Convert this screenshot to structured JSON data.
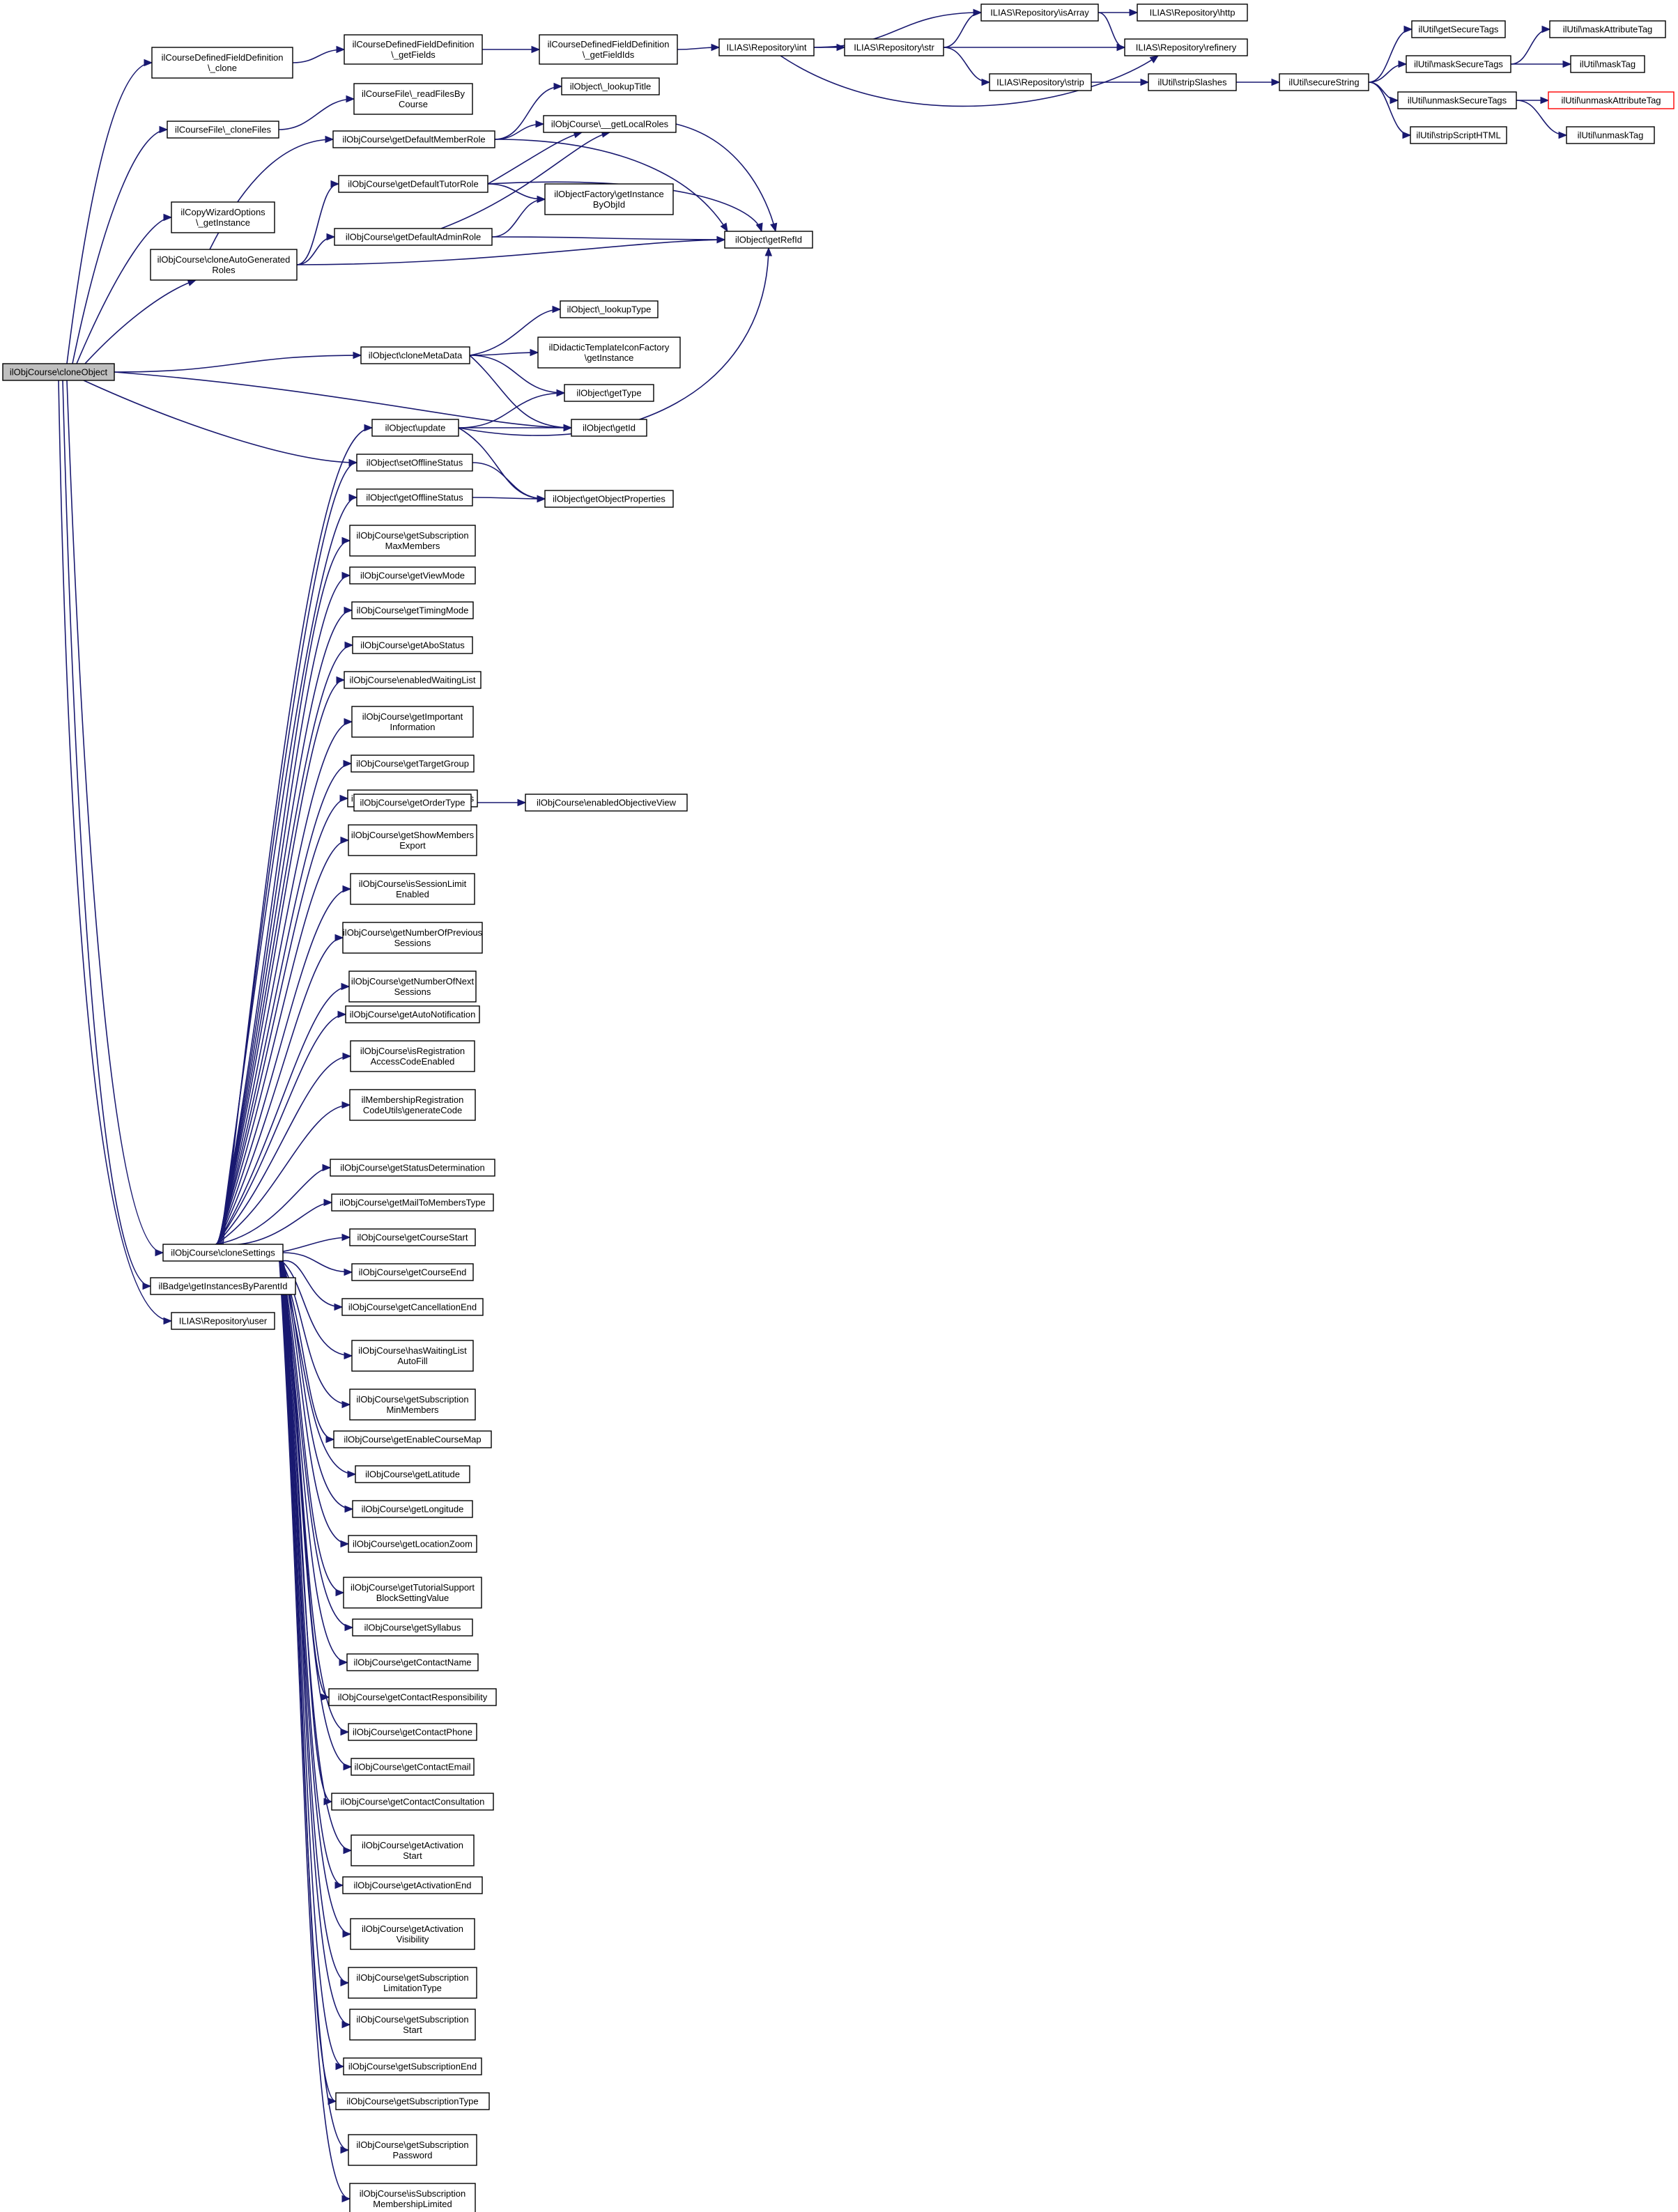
{
  "colors": {
    "edge": "#191970",
    "node_border": "#000000",
    "root_fill": "#bfbfbf",
    "truncated_border": "#ff0000"
  },
  "nodes": {
    "root": "ilObjCourse\\cloneObject",
    "cfd_clone": [
      "ilCourseDefinedFieldDefinition",
      "\\_clone"
    ],
    "cfd_getFields": [
      "ilCourseDefinedFieldDefinition",
      "\\_getFields"
    ],
    "cfd_getFieldIds": [
      "ilCourseDefinedFieldDefinition",
      "\\_getFieldIds"
    ],
    "repo_int": "ILIAS\\Repository\\int",
    "repo_str": "ILIAS\\Repository\\str",
    "repo_isArray": "ILIAS\\Repository\\isArray",
    "repo_http": "ILIAS\\Repository\\http",
    "repo_refinery": "ILIAS\\Repository\\refinery",
    "repo_strip": "ILIAS\\Repository\\strip",
    "util_stripSlashes": "ilUtil\\stripSlashes",
    "util_secureString": "ilUtil\\secureString",
    "util_getSecureTags": "ilUtil\\getSecureTags",
    "util_maskSecureTags": "ilUtil\\maskSecureTags",
    "util_unmaskSecureTags": "ilUtil\\unmaskSecureTags",
    "util_stripScriptHTML": "ilUtil\\stripScriptHTML",
    "util_maskAttributeTag": "ilUtil\\maskAttributeTag",
    "util_maskTag": "ilUtil\\maskTag",
    "util_unmaskAttributeTag": "ilUtil\\unmaskAttributeTag",
    "util_unmaskTag": "ilUtil\\unmaskTag",
    "cf_readFilesByCourse": [
      "ilCourseFile\\_readFilesBy",
      "Course"
    ],
    "cf_cloneFiles": "ilCourseFile\\_cloneFiles",
    "obj_lookupTitle": "ilObject\\_lookupTitle",
    "oc_getDefaultMemberRole": "ilObjCourse\\getDefaultMemberRole",
    "oc_getLocalRoles": "ilObjCourse\\__getLocalRoles",
    "oc_getDefaultTutorRole": "ilObjCourse\\getDefaultTutorRole",
    "of_getInstanceByObjId": [
      "ilObjectFactory\\getInstance",
      "ByObjId"
    ],
    "cwo_getInstance": [
      "ilCopyWizardOptions",
      "\\_getInstance"
    ],
    "oc_cloneAutoGeneratedRoles": [
      "ilObjCourse\\cloneAutoGenerated",
      "Roles"
    ],
    "oc_getDefaultAdminRole": "ilObjCourse\\getDefaultAdminRole",
    "obj_getRefId": "ilObject\\getRefId",
    "obj_lookupType": "ilObject\\_lookupType",
    "obj_cloneMetaData": "ilObject\\cloneMetaData",
    "dtif_getInstance": [
      "ilDidacticTemplateIconFactory",
      "\\getInstance"
    ],
    "obj_getType": "ilObject\\getType",
    "obj_update": "ilObject\\update",
    "obj_getId": "ilObject\\getId",
    "obj_setOfflineStatus": "ilObject\\setOfflineStatus",
    "obj_getOfflineStatus": "ilObject\\getOfflineStatus",
    "obj_getObjectProperties": "ilObject\\getObjectProperties",
    "oc_getOrderType": "ilObjCourse\\getOrderType",
    "oc_enabledObjectiveView": "ilObjCourse\\enabledObjectiveView",
    "oc_cloneSettings": "ilObjCourse\\cloneSettings",
    "badge_getInstancesByParentId": "ilBadge\\getInstancesByParentId",
    "repo_user": "ILIAS\\Repository\\user",
    "settings_calls": [
      [
        "ilObjCourse\\getSubscription",
        "MaxMembers"
      ],
      [
        "ilObjCourse\\getViewMode"
      ],
      [
        "ilObjCourse\\getTimingMode"
      ],
      [
        "ilObjCourse\\getAboStatus"
      ],
      [
        "ilObjCourse\\enabledWaitingList"
      ],
      [
        "ilObjCourse\\getImportant",
        "Information"
      ],
      [
        "ilObjCourse\\getTargetGroup"
      ],
      [
        "ilObjCourse\\getShowMembers"
      ],
      [
        "ilObjCourse\\getShowMembers",
        "Export"
      ],
      [
        "ilObjCourse\\isSessionLimit",
        "Enabled"
      ],
      [
        "ilObjCourse\\getNumberOfPrevious",
        "Sessions"
      ],
      [
        "ilObjCourse\\getNumberOfNext",
        "Sessions"
      ],
      [
        "ilObjCourse\\getAutoNotification"
      ],
      [
        "ilObjCourse\\isRegistration",
        "AccessCodeEnabled"
      ],
      [
        "ilMembershipRegistration",
        "CodeUtils\\generateCode"
      ],
      [
        "ilObjCourse\\getStatusDetermination"
      ],
      [
        "ilObjCourse\\getMailToMembersType"
      ],
      [
        "ilObjCourse\\getCourseStart"
      ],
      [
        "ilObjCourse\\getCourseEnd"
      ],
      [
        "ilObjCourse\\getCancellationEnd"
      ],
      [
        "ilObjCourse\\hasWaitingList",
        "AutoFill"
      ],
      [
        "ilObjCourse\\getSubscription",
        "MinMembers"
      ],
      [
        "ilObjCourse\\getEnableCourseMap"
      ],
      [
        "ilObjCourse\\getLatitude"
      ],
      [
        "ilObjCourse\\getLongitude"
      ],
      [
        "ilObjCourse\\getLocationZoom"
      ],
      [
        "ilObjCourse\\getTutorialSupport",
        "BlockSettingValue"
      ],
      [
        "ilObjCourse\\getSyllabus"
      ],
      [
        "ilObjCourse\\getContactName"
      ],
      [
        "ilObjCourse\\getContactResponsibility"
      ],
      [
        "ilObjCourse\\getContactPhone"
      ],
      [
        "ilObjCourse\\getContactEmail"
      ],
      [
        "ilObjCourse\\getContactConsultation"
      ],
      [
        "ilObjCourse\\getActivation",
        "Start"
      ],
      [
        "ilObjCourse\\getActivationEnd"
      ],
      [
        "ilObjCourse\\getActivation",
        "Visibility"
      ],
      [
        "ilObjCourse\\getSubscription",
        "LimitationType"
      ],
      [
        "ilObjCourse\\getSubscription",
        "Start"
      ],
      [
        "ilObjCourse\\getSubscriptionEnd"
      ],
      [
        "ilObjCourse\\getSubscriptionType"
      ],
      [
        "ilObjCourse\\getSubscription",
        "Password"
      ],
      [
        "ilObjCourse\\isSubscription",
        "MembershipLimited"
      ]
    ]
  }
}
